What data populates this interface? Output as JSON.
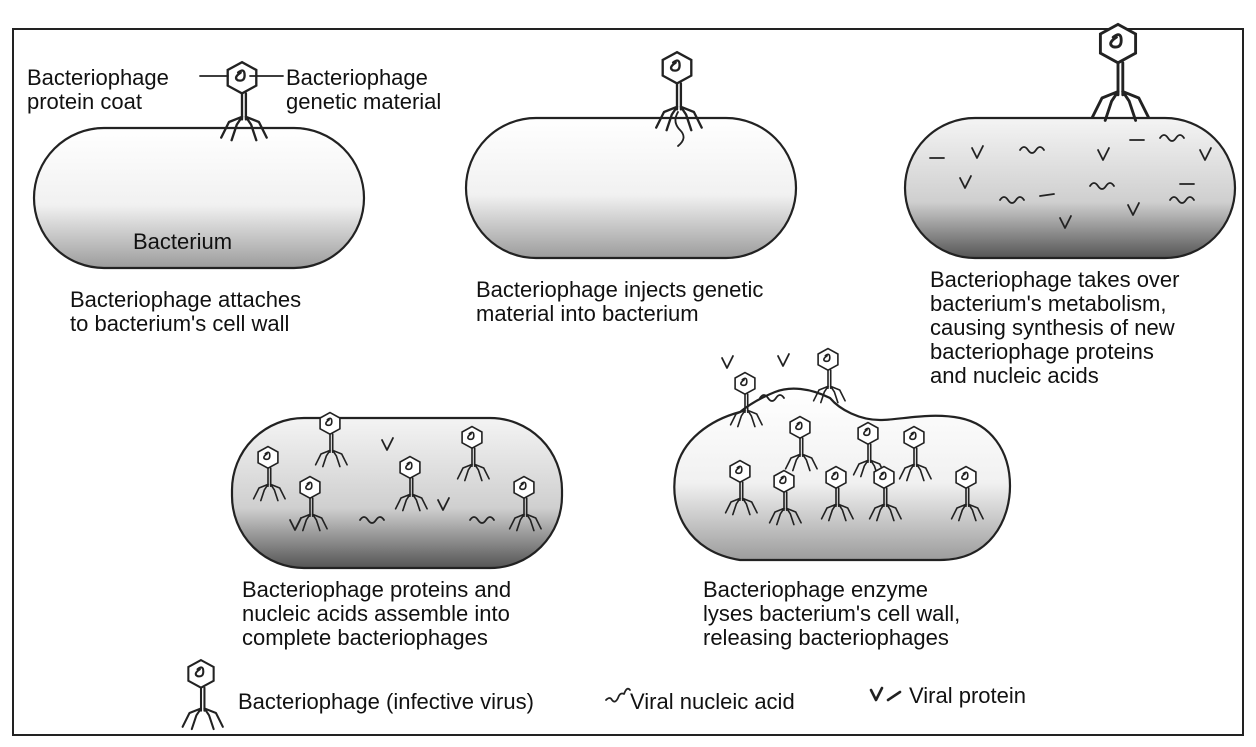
{
  "labels": {
    "protein_coat": "Bacteriophage\nprotein coat",
    "genetic_material": "Bacteriophage\ngenetic material",
    "bacterium": "Bacterium"
  },
  "steps": [
    {
      "caption": "Bacteriophage attaches\nto bacterium's cell wall"
    },
    {
      "caption": "Bacteriophage injects genetic\nmaterial into bacterium"
    },
    {
      "caption": "Bacteriophage takes over\nbacterium's metabolism,\ncausing synthesis of new\nbacteriophage proteins\nand nucleic acids"
    },
    {
      "caption": "Bacteriophage proteins and\nnucleic acids assemble into\ncomplete bacteriophages"
    },
    {
      "caption": "Bacteriophage enzyme\nlyses bacterium's cell wall,\nreleasing bacteriophages"
    }
  ],
  "legend": {
    "bacteriophage": "Bacteriophage (infective virus)",
    "nucleic_acid": "Viral nucleic acid",
    "protein": "Viral protein"
  }
}
